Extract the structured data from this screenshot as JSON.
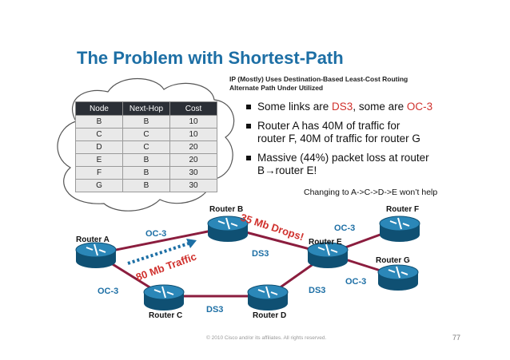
{
  "title": "The Problem with Shortest-Path",
  "subnote": {
    "line1": "IP (Mostly) Uses Destination-Based Least-Cost Routing",
    "line2": "Alternate Path Under Utilized"
  },
  "table": {
    "headers": [
      "Node",
      "Next-Hop",
      "Cost"
    ],
    "rows": [
      [
        "B",
        "B",
        "10"
      ],
      [
        "C",
        "C",
        "10"
      ],
      [
        "D",
        "C",
        "20"
      ],
      [
        "E",
        "B",
        "20"
      ],
      [
        "F",
        "B",
        "30"
      ],
      [
        "G",
        "B",
        "30"
      ]
    ]
  },
  "bullets": [
    {
      "pre": "Some links are ",
      "hl1": "DS3",
      "mid": ", some are ",
      "hl2": "OC-3",
      "post": ""
    },
    {
      "line1": "Router A has 40M of traffic for",
      "line2": "router F, 40M of traffic for router G"
    },
    {
      "line1": "Massive (44%) packet loss at router",
      "line2": "B→router E!"
    }
  ],
  "help_note": "Changing to A->C->D->E won’t help",
  "routers": {
    "a": "Router A",
    "b": "Router B",
    "c": "Router C",
    "d": "Router D",
    "e": "Router E",
    "f": "Router F",
    "g": "Router G"
  },
  "links": {
    "a_b": "OC-3",
    "a_c": "OC-3",
    "c_d": "DS3",
    "b_e": "DS3",
    "d_e": "DS3",
    "e_f": "OC-3",
    "e_g": "OC-3"
  },
  "traffic_label": "80 Mb Traffic",
  "drops_label": "35 Mb Drops!",
  "footer": "© 2010 Cisco and/or its affiliates. All rights reserved.",
  "page_number": "77",
  "colors": {
    "title": "#1d6fa5",
    "link": "#8b1d3e",
    "traffic": "#1d6fa5",
    "drops": "#d0312d",
    "router": "#1a6f95"
  }
}
